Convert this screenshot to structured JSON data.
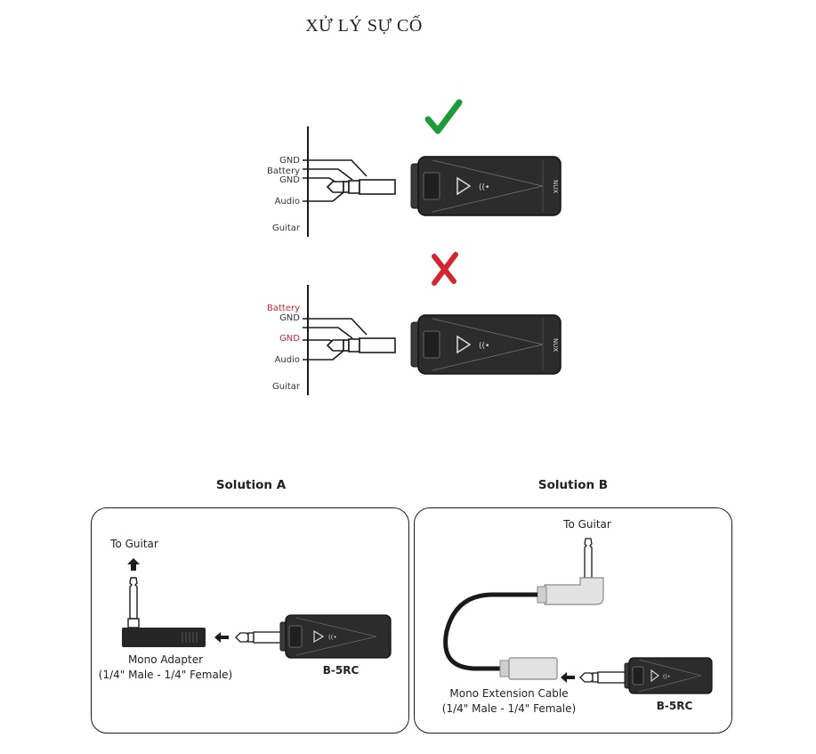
{
  "page": {
    "title": "XỬ LÝ SỰ CỐ"
  },
  "correct_diagram": {
    "mark_icon": "check-mark-icon",
    "mark_color": "#1e9a3a",
    "labels": {
      "gnd_top": "GND",
      "battery": "Battery",
      "gnd_mid": "GND",
      "audio": "Audio",
      "guitar": "Guitar"
    }
  },
  "wrong_diagram": {
    "mark_icon": "cross-mark-icon",
    "mark_color": "#d42630",
    "labels": {
      "battery": "Battery",
      "gnd_mid": "GND",
      "gnd_red": "GND",
      "audio": "Audio",
      "guitar": "Guitar"
    }
  },
  "device": {
    "brand": "NUX"
  },
  "solution_a": {
    "title": "Solution A",
    "to_guitar": "To Guitar",
    "adapter_line1": "Mono Adapter",
    "adapter_line2": "(1/4\" Male - 1/4\" Female)",
    "device_label": "B-5RC"
  },
  "solution_b": {
    "title": "Solution B",
    "to_guitar": "To Guitar",
    "cable_line1": "Mono Extension Cable",
    "cable_line2": "(1/4\" Male - 1/4\" Female)",
    "device_label": "B-5RC"
  }
}
